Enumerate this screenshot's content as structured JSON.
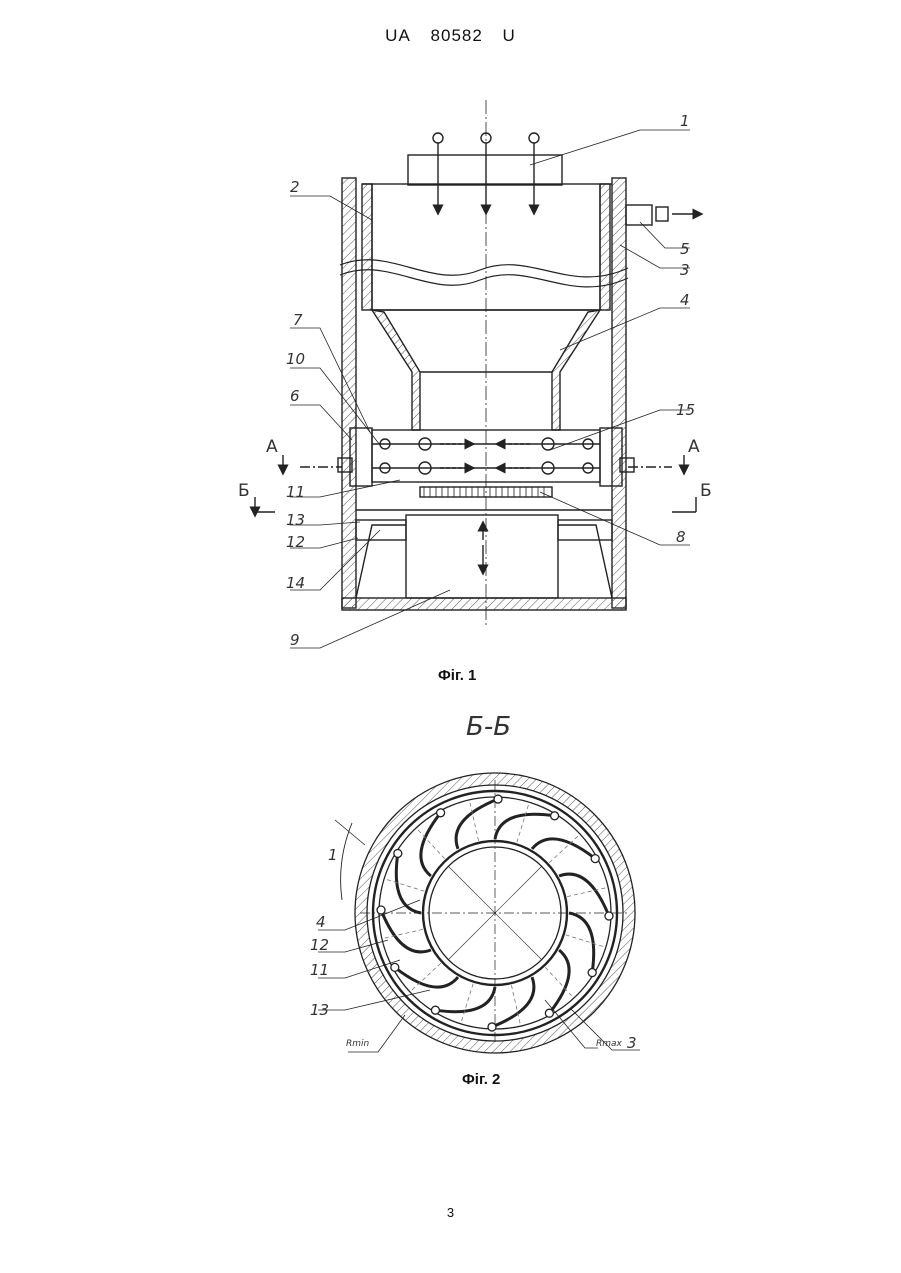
{
  "header": {
    "country": "UA",
    "number": "80582",
    "kind": "U"
  },
  "figure1": {
    "caption": "Фіг. 1",
    "labels": {
      "l1": "1",
      "l2": "2",
      "l3": "3",
      "l4": "4",
      "l5": "5",
      "l6": "6",
      "l7": "7",
      "l8": "8",
      "l9": "9",
      "l10": "10",
      "l11": "11",
      "l12": "12",
      "l13": "13",
      "l14": "14",
      "l15": "15"
    },
    "section_marks": {
      "a_left": "А",
      "a_right": "А",
      "b_left": "Б",
      "b_right": "Б"
    }
  },
  "figure2": {
    "caption": "Фіг. 2",
    "section_title": "Б-Б",
    "labels": {
      "l4": "4",
      "l12": "12",
      "l11": "11",
      "l13": "13",
      "l3": "3",
      "l1": "1"
    },
    "radius_labels": {
      "rmin": "Rmin",
      "rmax": "Rmax"
    }
  },
  "page_number": "3"
}
